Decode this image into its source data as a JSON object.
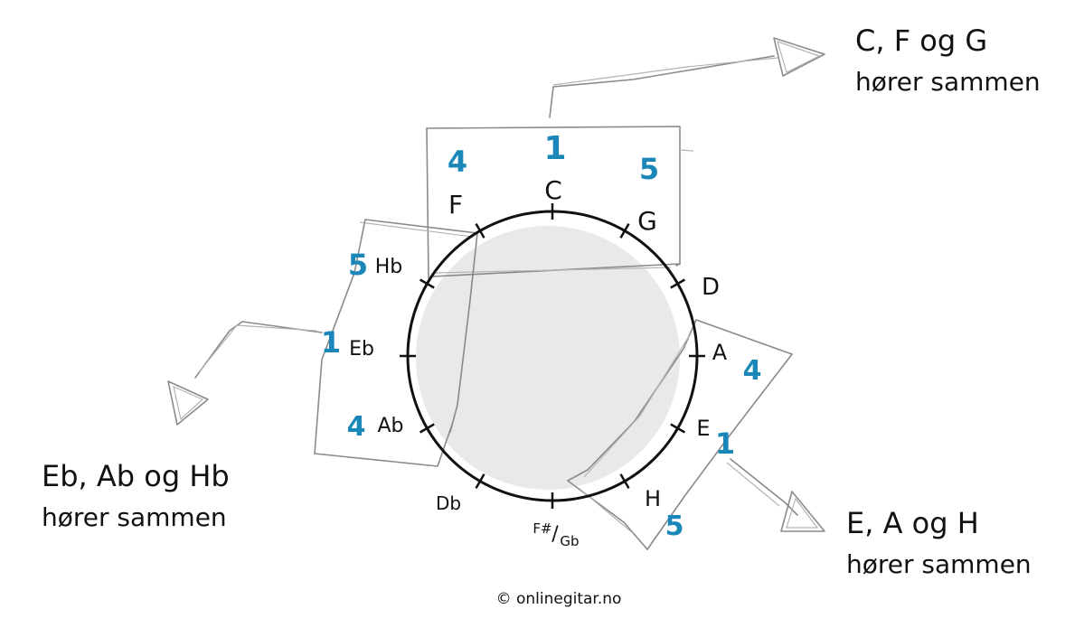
{
  "circle": {
    "notes": [
      {
        "id": "C",
        "label": "C"
      },
      {
        "id": "G",
        "label": "G"
      },
      {
        "id": "D",
        "label": "D"
      },
      {
        "id": "A",
        "label": "A"
      },
      {
        "id": "E",
        "label": "E"
      },
      {
        "id": "H",
        "label": "H"
      },
      {
        "id": "Fs",
        "label": "F#",
        "alt": "Gb"
      },
      {
        "id": "Db",
        "label": "Db"
      },
      {
        "id": "Ab",
        "label": "Ab"
      },
      {
        "id": "Eb",
        "label": "Eb"
      },
      {
        "id": "Hb",
        "label": "Hb"
      },
      {
        "id": "F",
        "label": "F"
      }
    ]
  },
  "groups": [
    {
      "id": "c-group",
      "degrees": {
        "one": "1",
        "four": "4",
        "five": "5"
      },
      "caption_line1": "C, F og G",
      "caption_line2": "hører sammen"
    },
    {
      "id": "e-group",
      "degrees": {
        "one": "1",
        "four": "4",
        "five": "5"
      },
      "caption_line1": "E, A og H",
      "caption_line2": "hører sammen"
    },
    {
      "id": "eb-group",
      "degrees": {
        "one": "1",
        "four": "4",
        "five": "5"
      },
      "caption_line1": "Eb, Ab og Hb",
      "caption_line2": "hører sammen"
    }
  ],
  "credit": "© onlinegitar.no",
  "colors": {
    "degree": "#1b87b8",
    "ink": "#111111",
    "pencil": "#8a8a8a",
    "fill": "#e9e9e9"
  }
}
